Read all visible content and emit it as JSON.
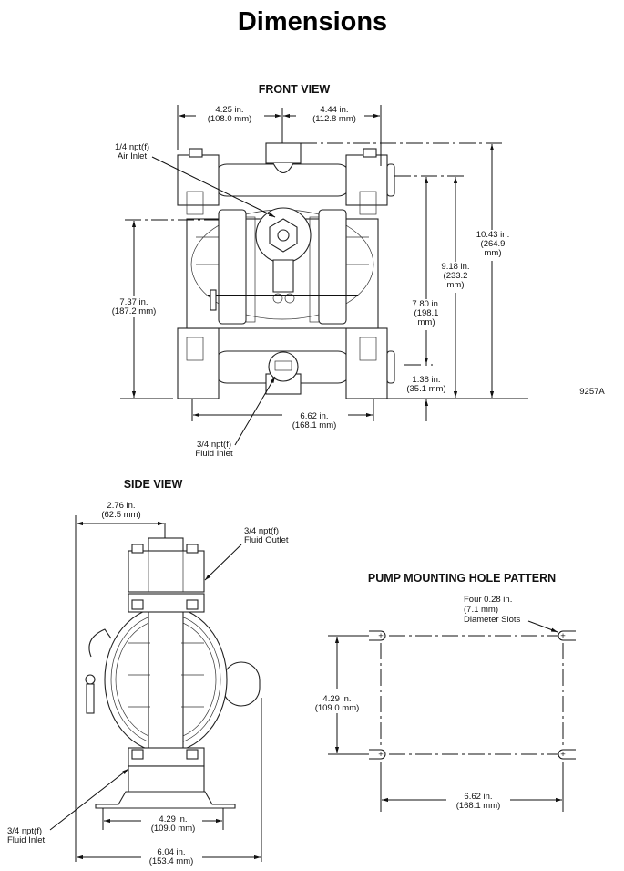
{
  "title": "Dimensions",
  "front_view": {
    "heading": "FRONT VIEW",
    "dim_left_width": [
      "4.25 in.",
      "(108.0 mm)"
    ],
    "dim_right_width": [
      "4.44 in.",
      "(112.8 mm)"
    ],
    "air_inlet": [
      "1/4 npt(f)",
      "Air Inlet"
    ],
    "dim_height_total": [
      "10.43 in.",
      "(264.9",
      "mm)"
    ],
    "dim_height_outlet": [
      "9.18 in.",
      "(233.2",
      "mm)"
    ],
    "dim_height_side": [
      "7.80 in.",
      "(198.1",
      "mm)"
    ],
    "dim_inlet_height": [
      "1.38 in.",
      "(35.1 mm)"
    ],
    "dim_air_height": [
      "7.37 in.",
      "(187.2 mm)"
    ],
    "dim_base_width": [
      "6.62 in.",
      "(168.1 mm)"
    ],
    "fluid_inlet": [
      "3/4 npt(f)",
      "Fluid Inlet"
    ],
    "figure_id": "9257A"
  },
  "side_view": {
    "heading": "SIDE VIEW",
    "dim_outlet_offset": [
      "2.76 in.",
      "(62.5 mm)"
    ],
    "fluid_outlet": [
      "3/4 npt(f)",
      "Fluid Outlet"
    ],
    "fluid_inlet": [
      "3/4 npt(f)",
      "Fluid Inlet"
    ],
    "dim_foot_spacing": [
      "4.29 in.",
      "(109.0 mm)"
    ],
    "dim_overall_depth": [
      "6.04 in.",
      "(153.4 mm)"
    ]
  },
  "mounting_pattern": {
    "heading": "PUMP MOUNTING HOLE PATTERN",
    "slots_note": [
      "Four 0.28 in.",
      "(7.1 mm)",
      "Diameter Slots"
    ],
    "dim_vertical": [
      "4.29 in.",
      "(109.0 mm)"
    ],
    "dim_horizontal": [
      "6.62 in.",
      "(168.1 mm)"
    ]
  }
}
